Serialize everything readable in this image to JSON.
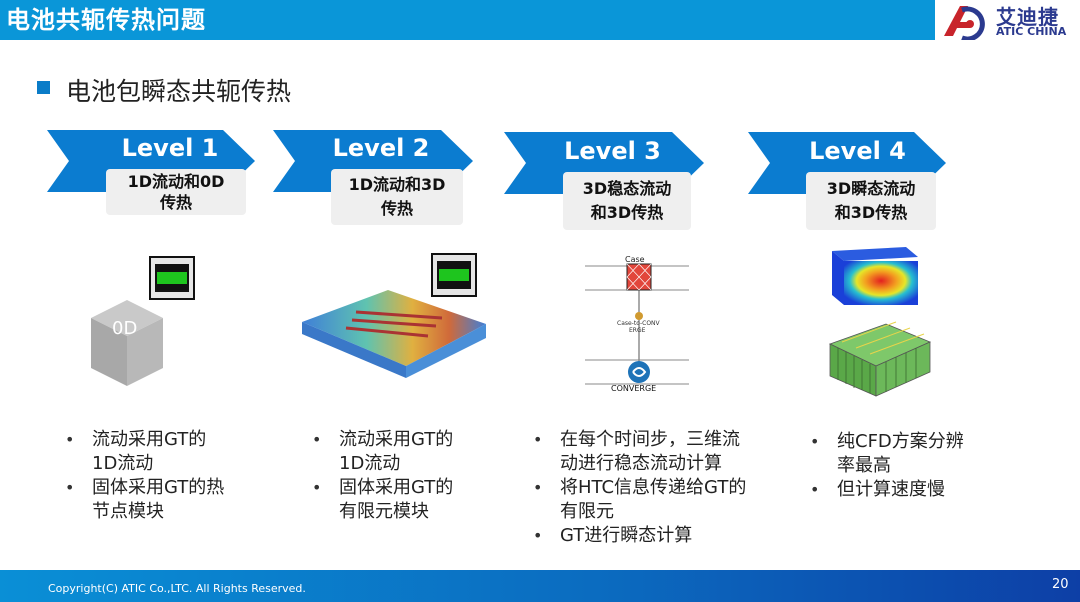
{
  "header": {
    "title": "电池共轭传热问题",
    "logo_cn": "艾迪捷",
    "logo_en": "ATIC CHINA"
  },
  "subtitle": "电池包瞬态共轭传热",
  "levels": [
    {
      "label": "Level 1",
      "desc_line1": "1D流动和0D",
      "desc_line2": "传热",
      "bullets": [
        "流动采用GT的\n1D流动",
        "固体采用GT的热\n节点模块"
      ]
    },
    {
      "label": "Level 2",
      "desc_line1": "1D流动和3D",
      "desc_line2": "传热",
      "bullets": [
        "流动采用GT的\n1D流动",
        "固体采用GT的\n有限元模块"
      ]
    },
    {
      "label": "Level 3",
      "desc_line1": "3D稳态流动",
      "desc_line2": "和3D传热",
      "bullets": [
        "在每个时间步，三维流\n动进行稳态流动计算",
        "将HTC信息传递给GT的\n有限元",
        "GT进行瞬态计算"
      ]
    },
    {
      "label": "Level 4",
      "desc_line1": "3D瞬态流动",
      "desc_line2": "和3D传热",
      "bullets": [
        "纯CFD方案分辨\n率最高",
        "但计算速度慢"
      ]
    }
  ],
  "cube_label": "0D",
  "diagram": {
    "case_label": "Case",
    "link_label_1": "Case-to-CONV",
    "link_label_2": "ERGE",
    "converge_label": "CONVERGE"
  },
  "colors": {
    "header_blue": "#0a96d8",
    "chevron_blue": "#0b7cd0",
    "accent_green": "#1ec51e"
  },
  "footer": {
    "copyright": "Copyright(C) ATIC Co.,LTC. All Rights Reserved.",
    "page_number": "20"
  }
}
